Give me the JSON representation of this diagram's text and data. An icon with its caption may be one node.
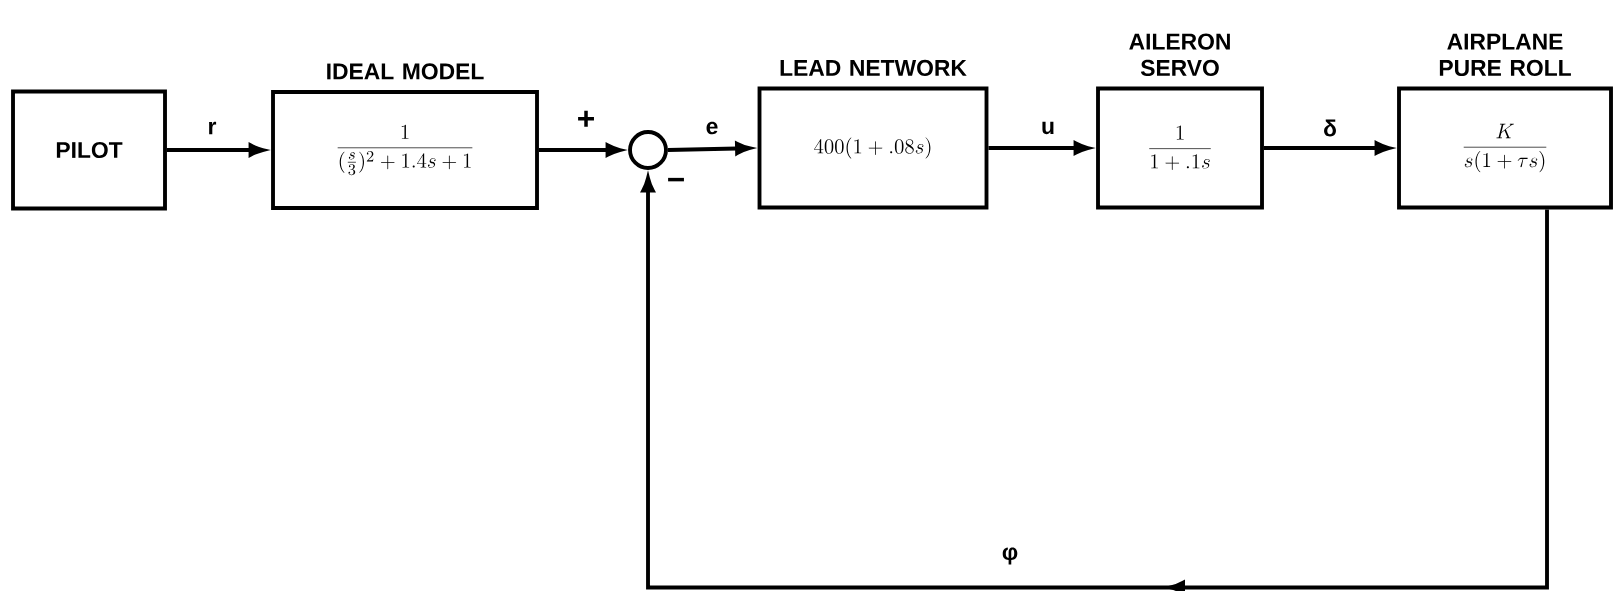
{
  "diagram": {
    "nodes": [
      {
        "text": [
          "PILOT"
        ]
      },
      {
        "text": [
          "IDEAL MODEL",
          "\\frac{1}{(\\frac{s}{3})^2+1.4s+1}"
        ]
      },
      {
        "text": [],
        "shape": "circle",
        "beside": [
          "+",
          "−"
        ]
      },
      {
        "text": [
          "LEAD NETWORK",
          "400(1+.08s)"
        ]
      },
      {
        "text": [
          "AILERON SERVO",
          "\\frac{1}{1+.1s}"
        ]
      },
      {
        "text": [
          "AIRPLANE PURE ROLL",
          "\\frac{K}{s(1+\\tau s)}"
        ]
      }
    ],
    "edges": [
      {
        "from": 0,
        "to": 1,
        "arrow": "to",
        "label": "r"
      },
      {
        "from": 1,
        "to": 2,
        "arrow": "to"
      },
      {
        "from": 2,
        "to": 3,
        "arrow": "to",
        "label": "e"
      },
      {
        "from": 3,
        "to": 4,
        "arrow": "to",
        "label": "u"
      },
      {
        "from": 4,
        "to": 5,
        "arrow": "to",
        "label": "δ"
      },
      {
        "from": 5,
        "to": 2,
        "arrow": "to",
        "label": "φ"
      }
    ]
  }
}
